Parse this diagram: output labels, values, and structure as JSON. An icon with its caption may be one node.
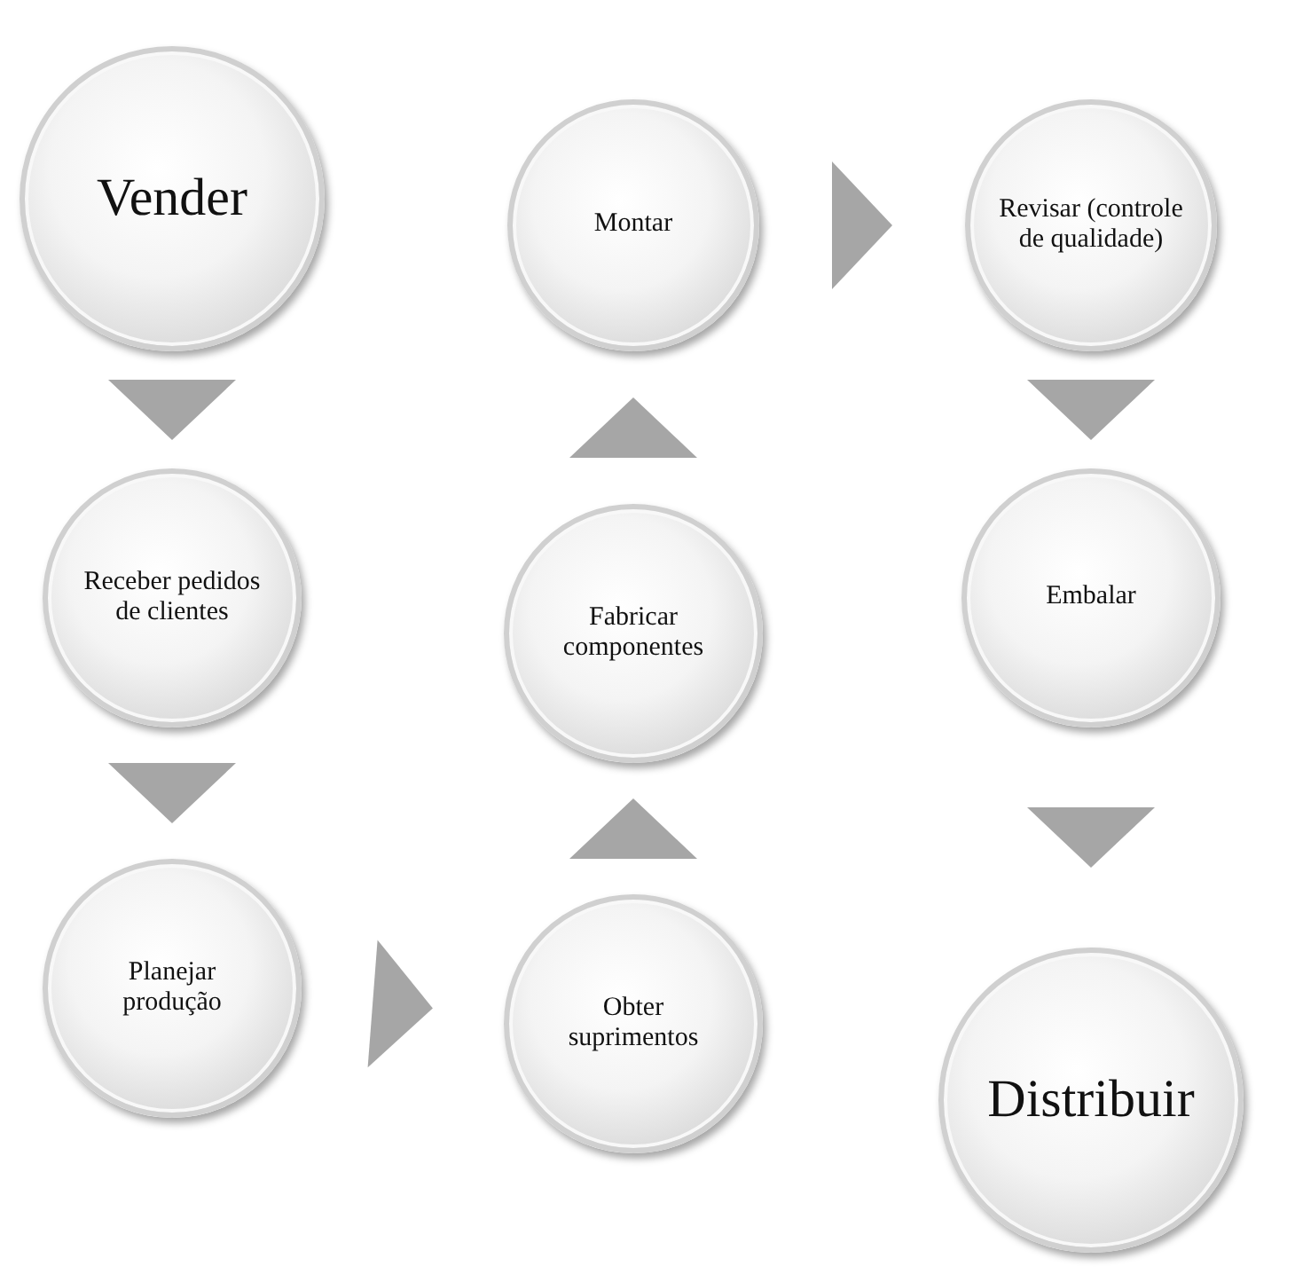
{
  "diagram": {
    "nodes": [
      {
        "text": [
          "Vender"
        ]
      },
      {
        "text": [
          "Receber pedidos de clientes"
        ]
      },
      {
        "text": [
          "Planejar produção"
        ]
      },
      {
        "text": [
          "Obter suprimentos"
        ]
      },
      {
        "text": [
          "Fabricar componentes"
        ]
      },
      {
        "text": [
          "Montar"
        ]
      },
      {
        "text": [
          "Revisar (controle de qualidade)"
        ]
      },
      {
        "text": [
          "Embalar"
        ]
      },
      {
        "text": [
          "Distribuir"
        ]
      }
    ],
    "edges": [
      {
        "from": 0,
        "to": 1,
        "arrow": "to"
      },
      {
        "from": 1,
        "to": 2,
        "arrow": "to"
      },
      {
        "from": 2,
        "to": 3,
        "arrow": "to"
      },
      {
        "from": 3,
        "to": 4,
        "arrow": "to"
      },
      {
        "from": 4,
        "to": 5,
        "arrow": "to"
      },
      {
        "from": 5,
        "to": 6,
        "arrow": "to"
      },
      {
        "from": 6,
        "to": 7,
        "arrow": "to"
      },
      {
        "from": 7,
        "to": 8,
        "arrow": "to"
      }
    ]
  }
}
